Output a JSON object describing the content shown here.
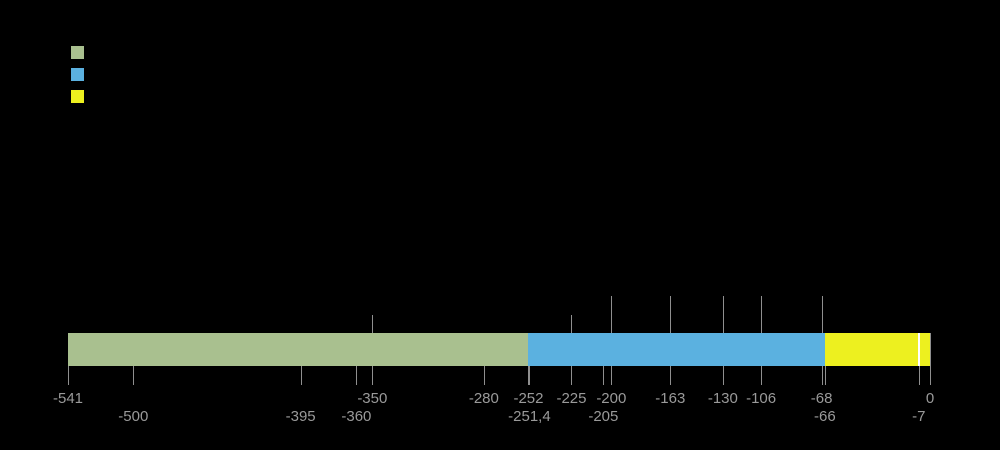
{
  "page": {
    "background": "#000000"
  },
  "legend": {
    "items": [
      {
        "name": "legend-swatch-1",
        "color": "#A9C08F"
      },
      {
        "name": "legend-swatch-2",
        "color": "#5BB1E0"
      },
      {
        "name": "legend-swatch-3",
        "color": "#EDF01F"
      }
    ]
  },
  "chart_data": {
    "type": "bar",
    "subtype": "horizontal-timeline",
    "axis": {
      "min": -541,
      "max": 0
    },
    "segments": [
      {
        "from": -541,
        "to": -252,
        "color": "#A9C08F"
      },
      {
        "from": -252,
        "to": -66,
        "color": "#5BB1E0"
      },
      {
        "from": -66,
        "to": 0,
        "color": "#EDF01F"
      }
    ],
    "marker_line": {
      "value": -7,
      "color": "#FFFFFF"
    },
    "tick_labels": [
      {
        "value": -541,
        "label": "-541",
        "row": 1
      },
      {
        "value": -500,
        "label": "-500",
        "row": 2
      },
      {
        "value": -395,
        "label": "-395",
        "row": 2
      },
      {
        "value": -360,
        "label": "-360",
        "row": 2
      },
      {
        "value": -350,
        "label": "-350",
        "row": 1
      },
      {
        "value": -280,
        "label": "-280",
        "row": 1
      },
      {
        "value": -252,
        "label": "-252",
        "row": 1
      },
      {
        "value": -251.4,
        "label": "-251,4",
        "row": 2
      },
      {
        "value": -225,
        "label": "-225",
        "row": 1
      },
      {
        "value": -205,
        "label": "-205",
        "row": 2
      },
      {
        "value": -200,
        "label": "-200",
        "row": 1
      },
      {
        "value": -163,
        "label": "-163",
        "row": 1
      },
      {
        "value": -130,
        "label": "-130",
        "row": 1
      },
      {
        "value": -106,
        "label": "-106",
        "row": 1
      },
      {
        "value": -68,
        "label": "-68",
        "row": 1
      },
      {
        "value": -66,
        "label": "-66",
        "row": 2
      },
      {
        "value": -7,
        "label": "-7",
        "row": 2
      },
      {
        "value": 0,
        "label": "0",
        "row": 1,
        "span_bar": true
      }
    ],
    "leader_lines": [
      {
        "value": -350,
        "size": "short"
      },
      {
        "value": -225,
        "size": "short"
      },
      {
        "value": -200,
        "size": "tall"
      },
      {
        "value": -163,
        "size": "tall"
      },
      {
        "value": -130,
        "size": "tall"
      },
      {
        "value": -106,
        "size": "tall"
      },
      {
        "value": -68,
        "size": "tall"
      }
    ],
    "tick_color": "#8F8F8F",
    "label_color": "#9A9A9A"
  }
}
